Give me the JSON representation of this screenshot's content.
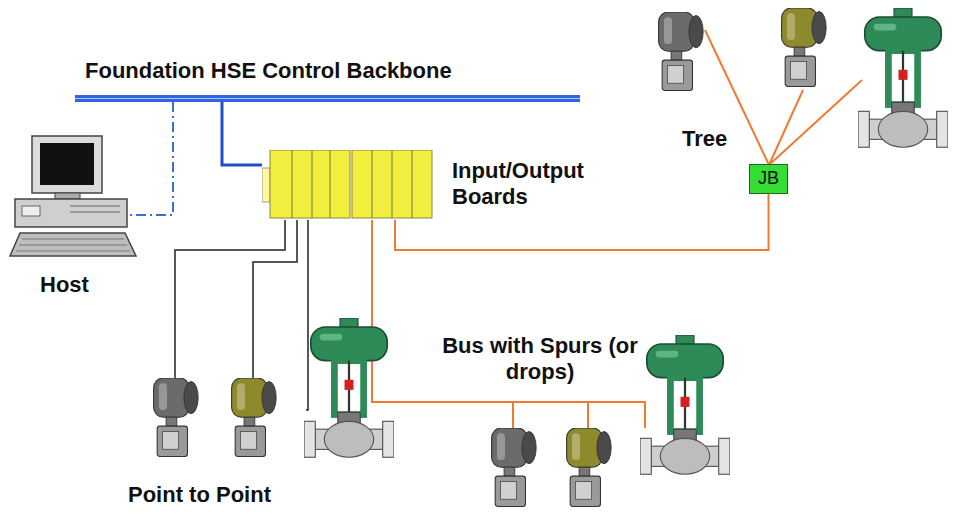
{
  "diagram": {
    "nodes": [
      {
        "text": [
          "Input/Output Boards"
        ]
      },
      {
        "text": [
          "JB"
        ]
      }
    ],
    "edges": [
      {
        "from": 0,
        "to": 1,
        "arrow": "none"
      }
    ],
    "labels": [
      "Foundation HSE Control Backbone",
      "Host",
      "Tree",
      "Bus with Spurs (or drops)",
      "Point to Point"
    ]
  }
}
